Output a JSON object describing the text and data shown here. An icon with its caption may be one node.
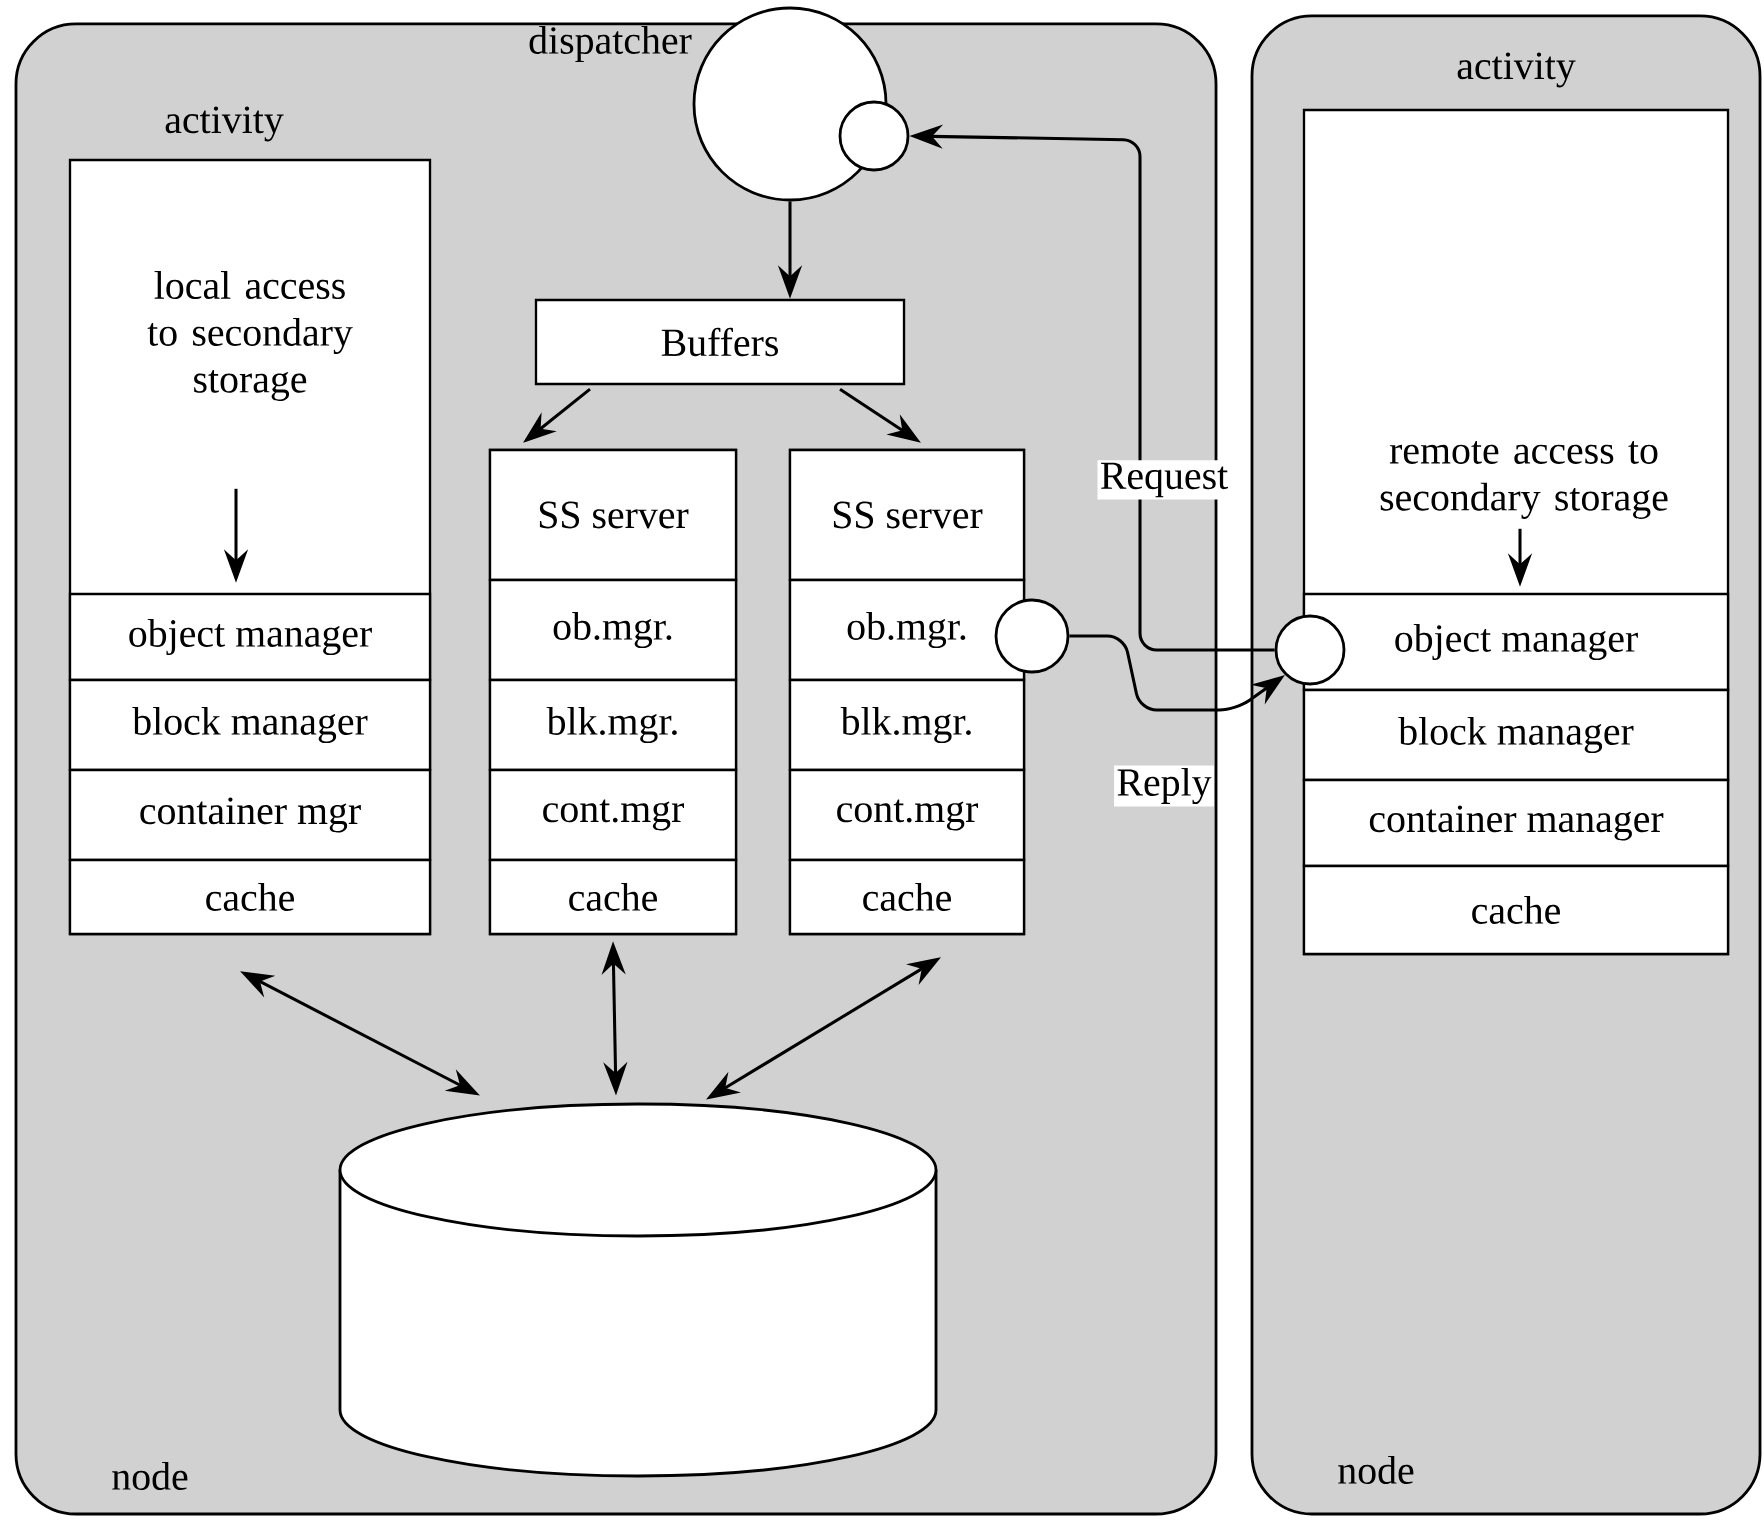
{
  "diagram": {
    "nodes": [
      {
        "text": [
          "node"
        ]
      },
      {
        "text": [
          "activity",
          "local access to secondary storage"
        ],
        "in": 0
      },
      {
        "text": [
          "object manager"
        ],
        "in": 1
      },
      {
        "text": [
          "block manager"
        ],
        "in": 1
      },
      {
        "text": [
          "container mgr"
        ],
        "in": 1
      },
      {
        "text": [
          "cache"
        ],
        "in": 1
      },
      {
        "text": [
          "dispatcher"
        ],
        "in": 0
      },
      {
        "text": [],
        "shape": "circle",
        "in": 0
      },
      {
        "text": [
          "Buffers"
        ],
        "in": 0
      },
      {
        "text": [],
        "shape": "box",
        "in": 0
      },
      {
        "text": [
          "SS server"
        ],
        "in": 9
      },
      {
        "text": [
          "ob.mgr."
        ],
        "in": 9
      },
      {
        "text": [
          "blk.mgr."
        ],
        "in": 9
      },
      {
        "text": [
          "cont.mgr"
        ],
        "in": 9
      },
      {
        "text": [
          "cache"
        ],
        "in": 9
      },
      {
        "text": [],
        "shape": "box",
        "in": 0
      },
      {
        "text": [
          "SS server"
        ],
        "in": 15
      },
      {
        "text": [
          "ob.mgr."
        ],
        "in": 15
      },
      {
        "text": [
          "blk.mgr."
        ],
        "in": 15
      },
      {
        "text": [
          "cont.mgr"
        ],
        "in": 15
      },
      {
        "text": [
          "cache"
        ],
        "in": 15
      },
      {
        "text": [],
        "shape": "circle",
        "in": 0
      },
      {
        "text": [],
        "shape": "cylinder",
        "in": 0
      },
      {
        "text": [
          "node"
        ]
      },
      {
        "text": [
          "activity",
          "remote access to secondary storage"
        ],
        "in": 23
      },
      {
        "text": [
          "object manager"
        ],
        "in": 24
      },
      {
        "text": [
          "block manager"
        ],
        "in": 24
      },
      {
        "text": [
          "container manager"
        ],
        "in": 24
      },
      {
        "text": [
          "cache"
        ],
        "in": 24
      },
      {
        "text": [],
        "shape": "circle",
        "in": 23
      }
    ],
    "edges": [
      {
        "from": 6,
        "to": 8,
        "arrow": "to"
      },
      {
        "from": 8,
        "to": 9,
        "arrow": "to"
      },
      {
        "from": 8,
        "to": 15,
        "arrow": "to"
      },
      {
        "from": 1,
        "to": 22,
        "arrow": "both"
      },
      {
        "from": 9,
        "to": 22,
        "arrow": "both"
      },
      {
        "from": 15,
        "to": 22,
        "arrow": "both"
      },
      {
        "from": 29,
        "to": 7,
        "arrow": "to",
        "label": "Request"
      },
      {
        "from": 21,
        "to": 29,
        "arrow": "to",
        "label": "Reply"
      },
      {
        "from": 1,
        "to": 2,
        "arrow": "to"
      },
      {
        "from": 24,
        "to": 25,
        "arrow": "to"
      }
    ]
  }
}
